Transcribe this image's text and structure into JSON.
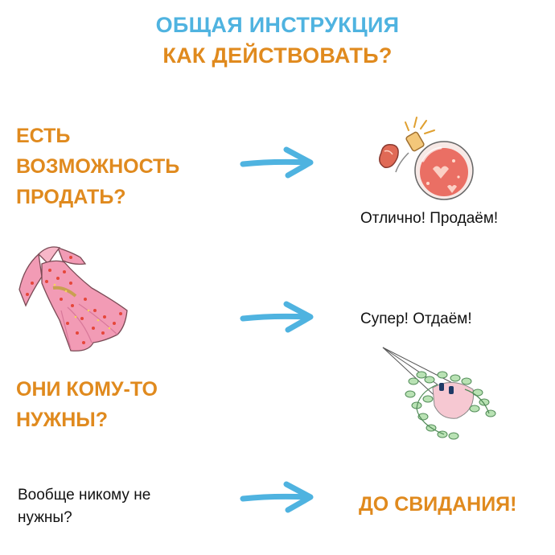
{
  "header": {
    "title": "ОБЩАЯ ИНСТРУКЦИЯ",
    "subtitle": "КАК ДЕЙСТВОВАТЬ?"
  },
  "steps": [
    {
      "question_lines": [
        "ЕСТЬ",
        "ВОЗМОЖНОСТЬ",
        "ПРОДАТЬ?"
      ],
      "answer": "Отлично! Продаём!"
    },
    {
      "question_lines": [
        "ОНИ КОМУ-ТО",
        "НУЖНЫ?"
      ],
      "answer": "Супер! Отдаём!"
    },
    {
      "question_lines": [
        "Вообще никому не",
        "нужны?"
      ],
      "answer": "ДО СВИДАНИЯ!"
    }
  ],
  "colors": {
    "title_blue": "#4fb3e0",
    "accent_orange": "#e08a1e",
    "arrow_blue": "#4fb3e0",
    "dress_pink": "#f29bb5",
    "text_dark": "#111111"
  },
  "icons": [
    "arrow-right-icon",
    "perfume-bottle-icon",
    "dress-icon",
    "hanging-plant-icon"
  ]
}
